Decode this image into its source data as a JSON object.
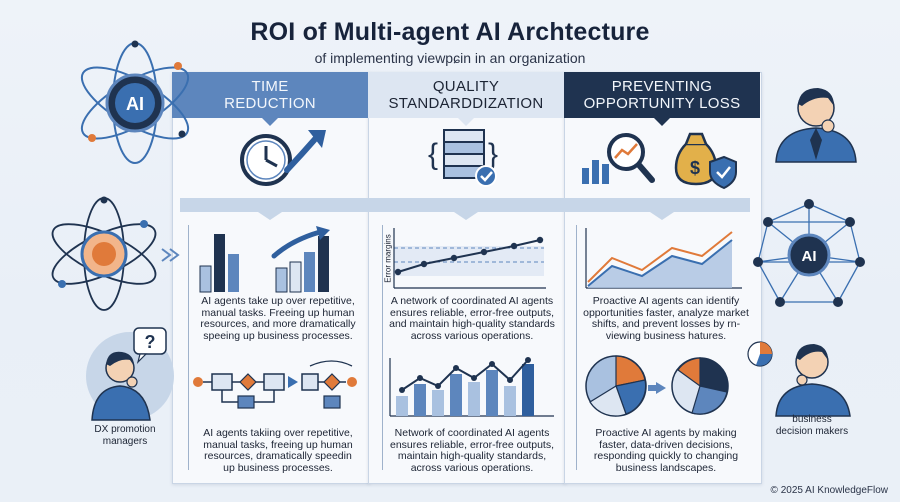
{
  "title": "ROI of Multi-agent AI Archtecture",
  "subtitle": "of implementing viewpɕin in an organization",
  "columns": [
    {
      "header_line1": "TIME",
      "header_line2": "REDUCTION",
      "text_top": [
        "AI agents take up over repetitive,",
        "manual tasks. Freeing up human",
        "resources, and more dramatically",
        "speeing up business processes."
      ],
      "text_bottom": [
        "AI agents takiing over repetitive,",
        "manual tasks, freeing up human",
        "resources,  dramatically speedin",
        "up business processes."
      ]
    },
    {
      "header_line1": "QUALITY",
      "header_line2": "STANDARDDIZATION",
      "chart_label": "Error margins",
      "text_top": [
        "A network of coordinated AI agents",
        "ensures reliable, error-free outputs,",
        "and maintain high-quality standards",
        "across various operations."
      ],
      "text_bottom": [
        "Network of coordinated AI agents",
        "ensures reliable, error-free outputs,",
        "maintain high-quality standards,",
        "across various operations."
      ]
    },
    {
      "header_line1": "PREVENTING",
      "header_line2": "OPPORTUNITY LOSS",
      "text_top": [
        "Proactive AI agents can identify",
        "opportunities faster, analyze market",
        "shifts, and prevent losses by rn-",
        "viewing business hatures."
      ],
      "text_bottom": [
        "Proactive AI agents by making",
        "faster, data-driven decisions,",
        "responding quickly to changing",
        "business landscapes."
      ]
    }
  ],
  "ai_label": "AI",
  "question_mark": "?",
  "left_persona": [
    "DX promotion",
    "managers"
  ],
  "right_persona": [
    "business",
    "decision makers"
  ],
  "copyright": "© 2025 AI KnowledgeFlow",
  "colors": {
    "navy": "#1f3350",
    "blue": "#5d86bd",
    "light": "#dde6f2",
    "orange": "#e07a3a"
  }
}
